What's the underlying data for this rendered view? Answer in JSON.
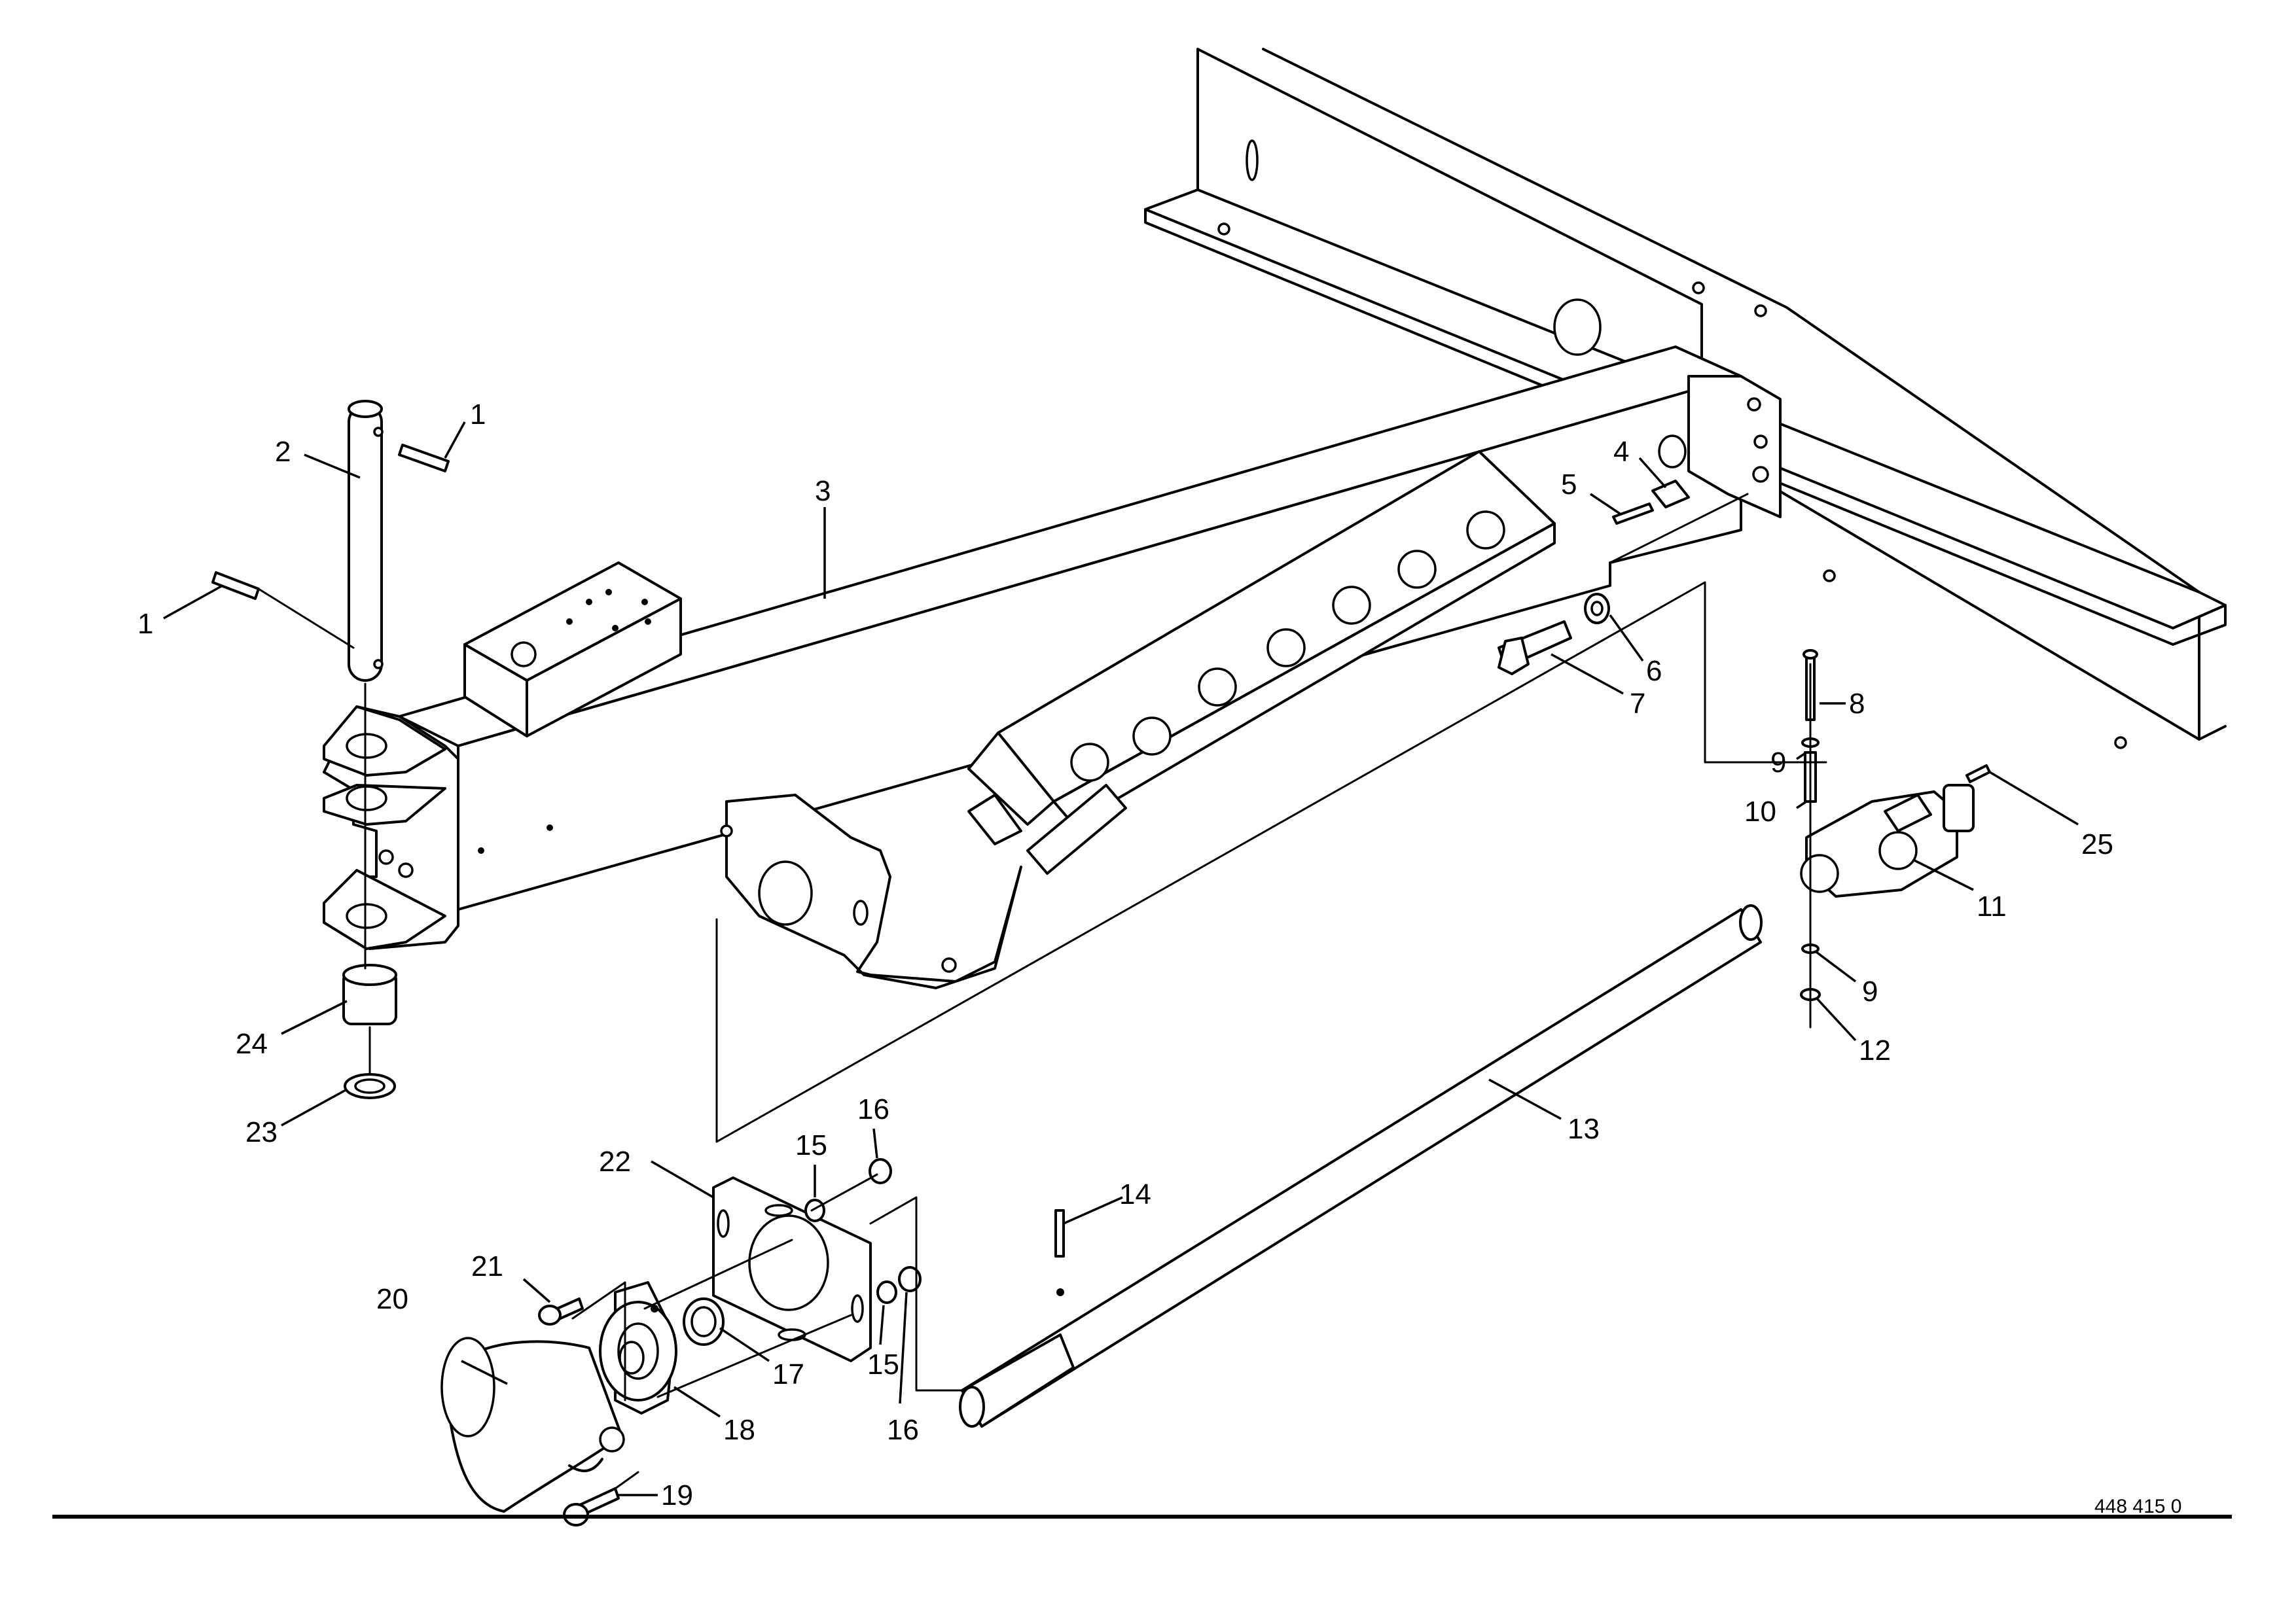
{
  "reference_number": "448 415 0",
  "callouts": [
    {
      "id": "c1a",
      "label": "1"
    },
    {
      "id": "c1b",
      "label": "1"
    },
    {
      "id": "c2",
      "label": "2"
    },
    {
      "id": "c3",
      "label": "3"
    },
    {
      "id": "c4",
      "label": "4"
    },
    {
      "id": "c5",
      "label": "5"
    },
    {
      "id": "c6",
      "label": "6"
    },
    {
      "id": "c7",
      "label": "7"
    },
    {
      "id": "c8",
      "label": "8"
    },
    {
      "id": "c9a",
      "label": "9"
    },
    {
      "id": "c10",
      "label": "10"
    },
    {
      "id": "c11",
      "label": "11"
    },
    {
      "id": "c25",
      "label": "25"
    },
    {
      "id": "c9b",
      "label": "9"
    },
    {
      "id": "c12",
      "label": "12"
    },
    {
      "id": "c13",
      "label": "13"
    },
    {
      "id": "c14",
      "label": "14"
    },
    {
      "id": "c15a",
      "label": "15"
    },
    {
      "id": "c16a",
      "label": "16"
    },
    {
      "id": "c15b",
      "label": "15"
    },
    {
      "id": "c16b",
      "label": "16"
    },
    {
      "id": "c17",
      "label": "17"
    },
    {
      "id": "c18",
      "label": "18"
    },
    {
      "id": "c19",
      "label": "19"
    },
    {
      "id": "c20",
      "label": "20"
    },
    {
      "id": "c21",
      "label": "21"
    },
    {
      "id": "c22",
      "label": "22"
    },
    {
      "id": "c23",
      "label": "23"
    },
    {
      "id": "c24",
      "label": "24"
    }
  ]
}
